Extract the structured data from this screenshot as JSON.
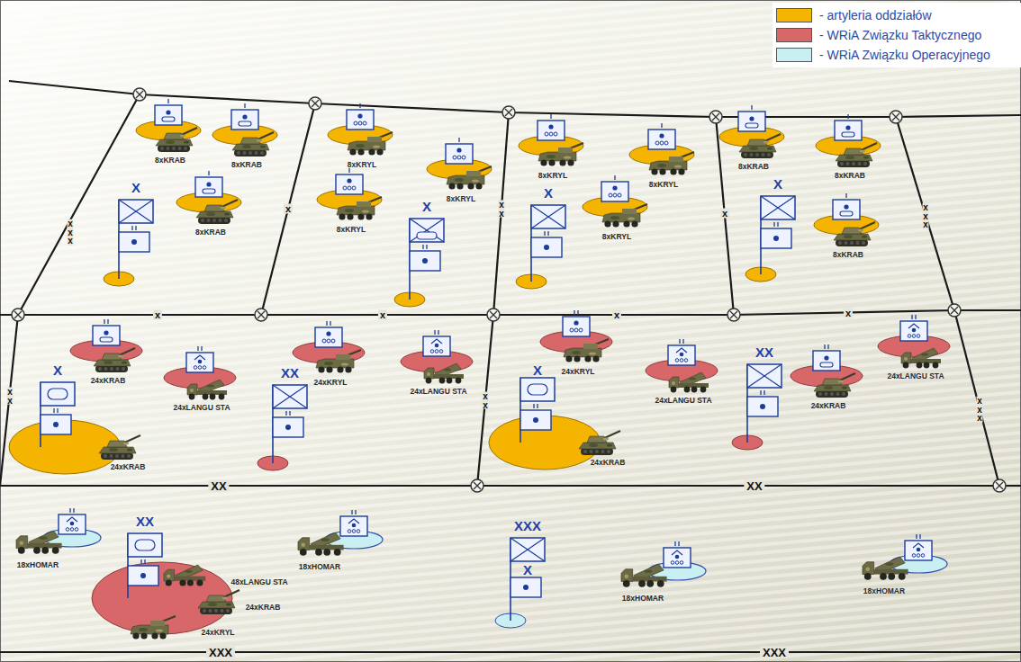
{
  "diagram": {
    "nodes": [
      {
        "text": [
          "8xKRAB"
        ]
      },
      {
        "text": [
          "8xKRAB"
        ]
      },
      {
        "text": [
          "8xKRAB"
        ]
      },
      {
        "text": [
          "8xKRYL"
        ]
      },
      {
        "text": [
          "8xKRYL"
        ]
      },
      {
        "text": [
          "8xKRYL"
        ]
      },
      {
        "text": [
          "8xKRYL"
        ]
      },
      {
        "text": [
          "8xKRYL"
        ]
      },
      {
        "text": [
          "8xKRYL"
        ]
      },
      {
        "text": [
          "8xKRAB"
        ]
      },
      {
        "text": [
          "8xKRAB"
        ]
      },
      {
        "text": [
          "8xKRAB"
        ]
      },
      {
        "text": [
          "24xKRAB"
        ]
      },
      {
        "text": [
          "24xLANGU STA"
        ]
      },
      {
        "text": [
          "24xKRYL"
        ]
      },
      {
        "text": [
          "24xLANGU STA"
        ]
      },
      {
        "text": [
          "24xKRAB"
        ]
      },
      {
        "text": [
          "24xKRAB"
        ]
      },
      {
        "text": [
          "24xKRYL"
        ]
      },
      {
        "text": [
          "24xLANGU STA"
        ]
      },
      {
        "text": [
          "24xKRAB"
        ]
      },
      {
        "text": [
          "24xLANGU STA"
        ]
      },
      {
        "text": [
          "18xHOMAR"
        ]
      },
      {
        "text": [
          "48xLANGU STA",
          "24xKRAB",
          "24xKRYL"
        ]
      },
      {
        "text": [
          "18xHOMAR"
        ]
      },
      {
        "text": [
          "18xHOMAR"
        ]
      },
      {
        "text": [
          "18xHOMAR"
        ]
      }
    ],
    "labels": [
      "xxx",
      "X",
      "x",
      "X",
      "xx",
      "X",
      "x",
      "X",
      "xxx",
      "x",
      "x",
      "x",
      "x",
      "xx",
      "X",
      "XX",
      "xx",
      "X",
      "XX",
      "xxx",
      "XX",
      "XX",
      "XX",
      "XXX",
      "X",
      "XXX",
      "XXX"
    ],
    "legend": [
      {
        "text": "- artyleria oddziałów",
        "color": "#f5b400"
      },
      {
        "text": "- WRiA Związku Taktycznego",
        "color": "#d8676a"
      },
      {
        "text": "- WRiA Związku Operacyjnego",
        "color": "#c9eff3"
      }
    ]
  }
}
